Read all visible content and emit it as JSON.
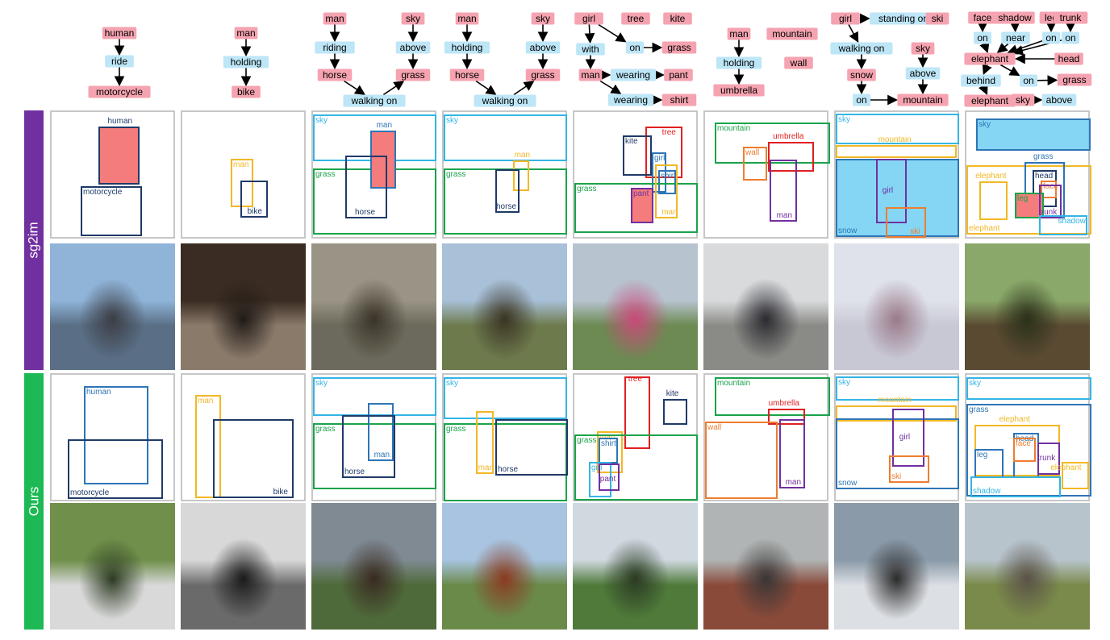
{
  "row_labels": {
    "sg2im": "sg2im",
    "ours": "Ours"
  },
  "colors": {
    "object_node": "#f5a3b0",
    "relation_node": "#bde6f7",
    "sg2im_bar": "#7030a0",
    "ours_bar": "#1db954",
    "panel_border": "#c7c7c7"
  },
  "columns": [
    {
      "graph": {
        "nodes": [
          {
            "text": "human",
            "type": "obj"
          },
          {
            "text": "ride",
            "type": "rel"
          },
          {
            "text": "motorcycle",
            "type": "obj"
          }
        ],
        "edges": [
          [
            0,
            1
          ],
          [
            1,
            2
          ]
        ]
      },
      "sg2im_boxes": [
        {
          "label": "human",
          "color": "#1f3a68",
          "fill": true
        },
        {
          "label": "motorcycle",
          "color": "#1f3a68"
        }
      ],
      "ours_boxes": [
        {
          "label": "human",
          "color": "#2e75b6"
        },
        {
          "label": "motorcycle",
          "color": "#1f3a68"
        }
      ],
      "sg2im_photo": {
        "tones": [
          "#8fb4d8",
          "#5a6f86",
          "#3b3d44"
        ]
      },
      "ours_photo": {
        "tones": [
          "#6f8f4a",
          "#d9d9d9",
          "#2d3b22"
        ]
      }
    },
    {
      "graph": {
        "nodes": [
          {
            "text": "man",
            "type": "obj"
          },
          {
            "text": "holding",
            "type": "rel"
          },
          {
            "text": "bike",
            "type": "obj"
          }
        ],
        "edges": [
          [
            0,
            1
          ],
          [
            1,
            2
          ]
        ]
      },
      "sg2im_boxes": [
        {
          "label": "man",
          "color": "#f2b824"
        },
        {
          "label": "bike",
          "color": "#1f3a68"
        }
      ],
      "ours_boxes": [
        {
          "label": "man",
          "color": "#f2b824"
        },
        {
          "label": "bike",
          "color": "#1f3a68"
        }
      ],
      "sg2im_photo": {
        "tones": [
          "#3a2c22",
          "#8a7a6a",
          "#201a16"
        ]
      },
      "ours_photo": {
        "tones": [
          "#d8d8d8",
          "#6a6a6a",
          "#1a1a1a"
        ]
      }
    },
    {
      "graph": {
        "nodes": [
          {
            "text": "man",
            "type": "obj"
          },
          {
            "text": "riding",
            "type": "rel"
          },
          {
            "text": "horse",
            "type": "obj"
          },
          {
            "text": "walking on",
            "type": "rel"
          },
          {
            "text": "sky",
            "type": "obj"
          },
          {
            "text": "above",
            "type": "rel"
          },
          {
            "text": "grass",
            "type": "obj"
          }
        ],
        "edges": [
          [
            0,
            1
          ],
          [
            1,
            2
          ],
          [
            2,
            3
          ],
          [
            4,
            5
          ],
          [
            5,
            6
          ],
          [
            3,
            6
          ]
        ]
      },
      "sg2im_boxes": [
        {
          "label": "sky",
          "color": "#33b5e5"
        },
        {
          "label": "grass",
          "color": "#1aa34a"
        },
        {
          "label": "man",
          "color": "#2e75b6",
          "fill": true
        },
        {
          "label": "horse",
          "color": "#1f3a68"
        }
      ],
      "ours_boxes": [
        {
          "label": "sky",
          "color": "#33b5e5"
        },
        {
          "label": "grass",
          "color": "#1aa34a"
        },
        {
          "label": "man",
          "color": "#2e75b6"
        },
        {
          "label": "horse",
          "color": "#1f3a68"
        }
      ],
      "sg2im_photo": {
        "tones": [
          "#9a9486",
          "#6c6a5c",
          "#3a3428"
        ]
      },
      "ours_photo": {
        "tones": [
          "#7f8a92",
          "#4f6a3a",
          "#3a2a22"
        ]
      }
    },
    {
      "graph": {
        "nodes": [
          {
            "text": "man",
            "type": "obj"
          },
          {
            "text": "holding",
            "type": "rel"
          },
          {
            "text": "horse",
            "type": "obj"
          },
          {
            "text": "walking on",
            "type": "rel"
          },
          {
            "text": "sky",
            "type": "obj"
          },
          {
            "text": "above",
            "type": "rel"
          },
          {
            "text": "grass",
            "type": "obj"
          }
        ],
        "edges": [
          [
            0,
            1
          ],
          [
            1,
            2
          ],
          [
            2,
            3
          ],
          [
            4,
            5
          ],
          [
            5,
            6
          ],
          [
            3,
            6
          ]
        ]
      },
      "sg2im_boxes": [
        {
          "label": "sky",
          "color": "#33b5e5"
        },
        {
          "label": "grass",
          "color": "#1aa34a"
        },
        {
          "label": "man",
          "color": "#f2b824"
        },
        {
          "label": "horse",
          "color": "#1f3a68"
        }
      ],
      "ours_boxes": [
        {
          "label": "sky",
          "color": "#33b5e5"
        },
        {
          "label": "grass",
          "color": "#1aa34a"
        },
        {
          "label": "man",
          "color": "#f2b824"
        },
        {
          "label": "horse",
          "color": "#1f3a68"
        }
      ],
      "sg2im_photo": {
        "tones": [
          "#a8c0d8",
          "#6d7a4c",
          "#3a3424"
        ]
      },
      "ours_photo": {
        "tones": [
          "#a8c4e0",
          "#6a8a4a",
          "#8a3a22"
        ]
      }
    },
    {
      "graph": {
        "nodes": [
          {
            "text": "girl",
            "type": "obj"
          },
          {
            "text": "tree",
            "type": "obj"
          },
          {
            "text": "kite",
            "type": "obj"
          },
          {
            "text": "on",
            "type": "rel"
          },
          {
            "text": "grass",
            "type": "obj"
          },
          {
            "text": "with",
            "type": "rel"
          },
          {
            "text": "man",
            "type": "obj"
          },
          {
            "text": "wearing",
            "type": "rel"
          },
          {
            "text": "pant",
            "type": "obj"
          },
          {
            "text": "wearing",
            "type": "rel"
          },
          {
            "text": "shirt",
            "type": "obj"
          }
        ],
        "edges": [
          [
            0,
            5
          ],
          [
            5,
            6
          ],
          [
            0,
            3
          ],
          [
            3,
            4
          ],
          [
            6,
            7
          ],
          [
            7,
            8
          ],
          [
            6,
            9
          ],
          [
            9,
            10
          ]
        ]
      },
      "sg2im_boxes": [
        {
          "label": "tree",
          "color": "#e02020"
        },
        {
          "label": "kite",
          "color": "#1f3a68"
        },
        {
          "label": "girl",
          "color": "#2e75b6"
        },
        {
          "label": "shirt",
          "color": "#2e75b6"
        },
        {
          "label": "grass",
          "color": "#1aa34a"
        },
        {
          "label": "pant",
          "color": "#7030a0",
          "fill": true
        },
        {
          "label": "man",
          "color": "#f2b824"
        }
      ],
      "ours_boxes": [
        {
          "label": "tree",
          "color": "#e02020"
        },
        {
          "label": "kite",
          "color": "#1f3a68"
        },
        {
          "label": "man",
          "color": "#f2b824"
        },
        {
          "label": "grass",
          "color": "#1aa34a"
        },
        {
          "label": "shirt",
          "color": "#2e75b6"
        },
        {
          "label": "girl",
          "color": "#33b5e5"
        },
        {
          "label": "pant",
          "color": "#7030a0"
        }
      ],
      "sg2im_photo": {
        "tones": [
          "#b7c3cf",
          "#6c8a52",
          "#c84a7a"
        ]
      },
      "ours_photo": {
        "tones": [
          "#d0d8e0",
          "#4f7a3a",
          "#2a3a22"
        ]
      }
    },
    {
      "graph": {
        "nodes": [
          {
            "text": "man",
            "type": "obj"
          },
          {
            "text": "mountain",
            "type": "obj"
          },
          {
            "text": "holding",
            "type": "rel"
          },
          {
            "text": "wall",
            "type": "obj"
          },
          {
            "text": "umbrella",
            "type": "obj"
          }
        ],
        "edges": [
          [
            0,
            2
          ],
          [
            2,
            4
          ]
        ]
      },
      "sg2im_boxes": [
        {
          "label": "mountain",
          "color": "#1aa34a"
        },
        {
          "label": "umbrella",
          "color": "#e02020"
        },
        {
          "label": "wall",
          "color": "#ed7d31"
        },
        {
          "label": "man",
          "color": "#7030a0"
        }
      ],
      "ours_boxes": [
        {
          "label": "mountain",
          "color": "#1aa34a"
        },
        {
          "label": "umbrella",
          "color": "#e02020"
        },
        {
          "label": "wall",
          "color": "#ed7d31"
        },
        {
          "label": "man",
          "color": "#7030a0"
        }
      ],
      "sg2im_photo": {
        "tones": [
          "#d8dadc",
          "#8a8a86",
          "#2a2a30"
        ]
      },
      "ours_photo": {
        "tones": [
          "#b0b4b4",
          "#8a4a3a",
          "#3a3636"
        ]
      }
    },
    {
      "graph": {
        "nodes": [
          {
            "text": "girl",
            "type": "obj"
          },
          {
            "text": "standing on",
            "type": "rel"
          },
          {
            "text": "ski",
            "type": "obj"
          },
          {
            "text": "walking on",
            "type": "rel"
          },
          {
            "text": "sky",
            "type": "obj"
          },
          {
            "text": "snow",
            "type": "obj"
          },
          {
            "text": "above",
            "type": "rel"
          },
          {
            "text": "on",
            "type": "rel"
          },
          {
            "text": "mountain",
            "type": "obj"
          }
        ],
        "edges": [
          [
            0,
            1
          ],
          [
            1,
            2
          ],
          [
            0,
            3
          ],
          [
            3,
            5
          ],
          [
            5,
            7
          ],
          [
            7,
            8
          ],
          [
            4,
            6
          ],
          [
            6,
            8
          ]
        ]
      },
      "sg2im_boxes": [
        {
          "label": "sky",
          "color": "#33b5e5"
        },
        {
          "label": "mountain",
          "color": "#f2b824"
        },
        {
          "label": "snow",
          "color": "#2e75b6",
          "fill": true
        },
        {
          "label": "girl",
          "color": "#7030a0"
        },
        {
          "label": "ski",
          "color": "#ed7d31"
        }
      ],
      "ours_boxes": [
        {
          "label": "sky",
          "color": "#33b5e5"
        },
        {
          "label": "mountain",
          "color": "#f2b824"
        },
        {
          "label": "snow",
          "color": "#2e75b6"
        },
        {
          "label": "girl",
          "color": "#7030a0"
        },
        {
          "label": "ski",
          "color": "#ed7d31"
        }
      ],
      "sg2im_photo": {
        "tones": [
          "#dfe2ea",
          "#c8c8d4",
          "#9a7a8a"
        ]
      },
      "ours_photo": {
        "tones": [
          "#8a9aa8",
          "#dcdfe4",
          "#2a2a2a"
        ]
      }
    },
    {
      "graph": {
        "nodes": [
          {
            "text": "face",
            "type": "obj"
          },
          {
            "text": "shadow",
            "type": "obj"
          },
          {
            "text": "leg",
            "type": "obj"
          },
          {
            "text": "trunk",
            "type": "obj"
          },
          {
            "text": "on",
            "type": "rel"
          },
          {
            "text": "near",
            "type": "rel"
          },
          {
            "text": "on",
            "type": "rel"
          },
          {
            "text": "on",
            "type": "rel"
          },
          {
            "text": "elephant",
            "type": "obj"
          },
          {
            "text": "on",
            "type": "rel"
          },
          {
            "text": "head",
            "type": "obj"
          },
          {
            "text": "behind",
            "type": "rel"
          },
          {
            "text": "on",
            "type": "rel"
          },
          {
            "text": "grass",
            "type": "obj"
          },
          {
            "text": "elephant",
            "type": "obj"
          },
          {
            "text": "sky",
            "type": "obj"
          },
          {
            "text": "above",
            "type": "rel"
          }
        ],
        "edges": [
          [
            0,
            4
          ],
          [
            1,
            5
          ],
          [
            2,
            6
          ],
          [
            3,
            7
          ],
          [
            4,
            8
          ],
          [
            5,
            8
          ],
          [
            6,
            8
          ],
          [
            7,
            8
          ],
          [
            10,
            9
          ],
          [
            9,
            8
          ],
          [
            8,
            11
          ],
          [
            11,
            14
          ],
          [
            8,
            12
          ],
          [
            12,
            13
          ],
          [
            15,
            16
          ]
        ]
      },
      "sg2im_boxes": [
        {
          "label": "sky",
          "color": "#2e75b6",
          "fill": true
        },
        {
          "label": "elephant",
          "color": "#f2b824"
        },
        {
          "label": "grass",
          "color": "#2e75b6"
        },
        {
          "label": "elephant",
          "color": "#f2b824"
        },
        {
          "label": "head",
          "color": "#1f3a68"
        },
        {
          "label": "face",
          "color": "#ed7d31"
        },
        {
          "label": "leg",
          "color": "#1aa34a",
          "fill": true
        },
        {
          "label": "trunk",
          "color": "#7030a0"
        },
        {
          "label": "shadow",
          "color": "#33b5e5"
        }
      ],
      "ours_boxes": [
        {
          "label": "sky",
          "color": "#33b5e5"
        },
        {
          "label": "grass",
          "color": "#2e75b6"
        },
        {
          "label": "elephant",
          "color": "#f2b824"
        },
        {
          "label": "head",
          "color": "#2e75b6"
        },
        {
          "label": "face",
          "color": "#ed7d31"
        },
        {
          "label": "trunk",
          "color": "#7030a0"
        },
        {
          "label": "leg",
          "color": "#2e75b6"
        },
        {
          "label": "elephant",
          "color": "#f2b824"
        },
        {
          "label": "shadow",
          "color": "#33b5e5"
        }
      ],
      "sg2im_photo": {
        "tones": [
          "#8aa86a",
          "#5a4a32",
          "#2a3018"
        ]
      },
      "ours_photo": {
        "tones": [
          "#b8c4cc",
          "#7a8a4a",
          "#5a5248"
        ]
      }
    }
  ]
}
